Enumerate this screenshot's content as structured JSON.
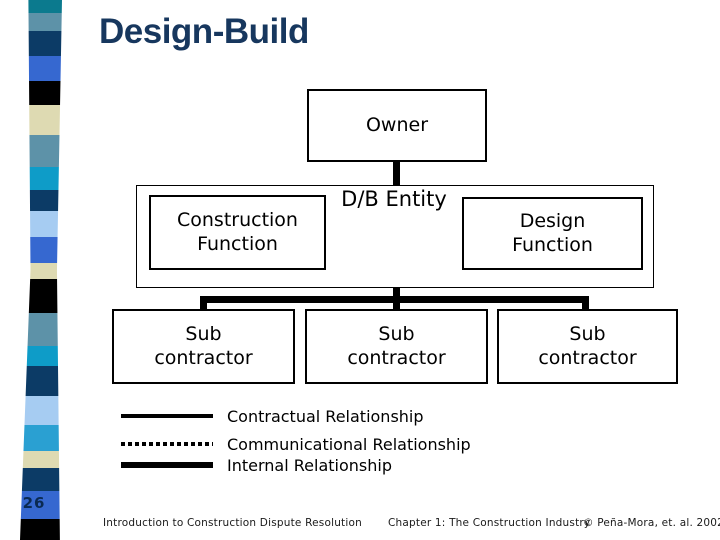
{
  "title": "Design-Build",
  "page_number": "26",
  "diagram": {
    "owner": "Owner",
    "db_entity": "D/B Entity",
    "construction": {
      "line1": "Construction",
      "line2": "Function"
    },
    "design": {
      "line1": "Design",
      "line2": "Function"
    },
    "sub1": {
      "line1": "Sub",
      "line2": "contractor"
    },
    "sub2": {
      "line1": "Sub",
      "line2": "contractor"
    },
    "sub3": {
      "line1": "Sub",
      "line2": "contractor"
    }
  },
  "legend": {
    "items": [
      {
        "style": "solid-medium",
        "label": "Contractual Relationship"
      },
      {
        "style": "dotted",
        "label": "Communicational Relationship"
      },
      {
        "style": "solid-thick",
        "label": "Internal Relationship"
      }
    ]
  },
  "footer": {
    "left": "Introduction to Construction Dispute Resolution",
    "center": "Chapter 1: The Construction Industry",
    "right": "© Peña-Mora, et. al. 2002"
  },
  "colors": {
    "title": "#17375e",
    "page_number": "#0a2a52",
    "connector": "#000000"
  },
  "stripe": {
    "blocks": [
      {
        "color": "#0b7a8e",
        "height": 13
      },
      {
        "color": "#5d92a8",
        "height": 18
      },
      {
        "color": "#0c3b66",
        "height": 25
      },
      {
        "color": "#3668d0",
        "height": 25
      },
      {
        "color": "#000000",
        "height": 24
      },
      {
        "color": "#dedab2",
        "height": 30
      },
      {
        "color": "#5d92a8",
        "height": 32
      },
      {
        "color": "#0e9cc8",
        "height": 23
      },
      {
        "color": "#0c3b66",
        "height": 21
      },
      {
        "color": "#a6ccf2",
        "height": 26
      },
      {
        "color": "#3668d0",
        "height": 26
      },
      {
        "color": "#dedab2",
        "height": 16
      },
      {
        "color": "#000000",
        "height": 34
      },
      {
        "color": "#5d92a8",
        "height": 33
      },
      {
        "color": "#0e9cc8",
        "height": 20
      },
      {
        "color": "#0c3b66",
        "height": 30
      },
      {
        "color": "#a6ccf2",
        "height": 29
      },
      {
        "color": "#2aa0d2",
        "height": 26
      },
      {
        "color": "#dedab2",
        "height": 17
      },
      {
        "color": "#0c3b66",
        "height": 23
      },
      {
        "color": "#3668d0",
        "height": 28
      },
      {
        "color": "#000000",
        "height": 21
      }
    ]
  }
}
